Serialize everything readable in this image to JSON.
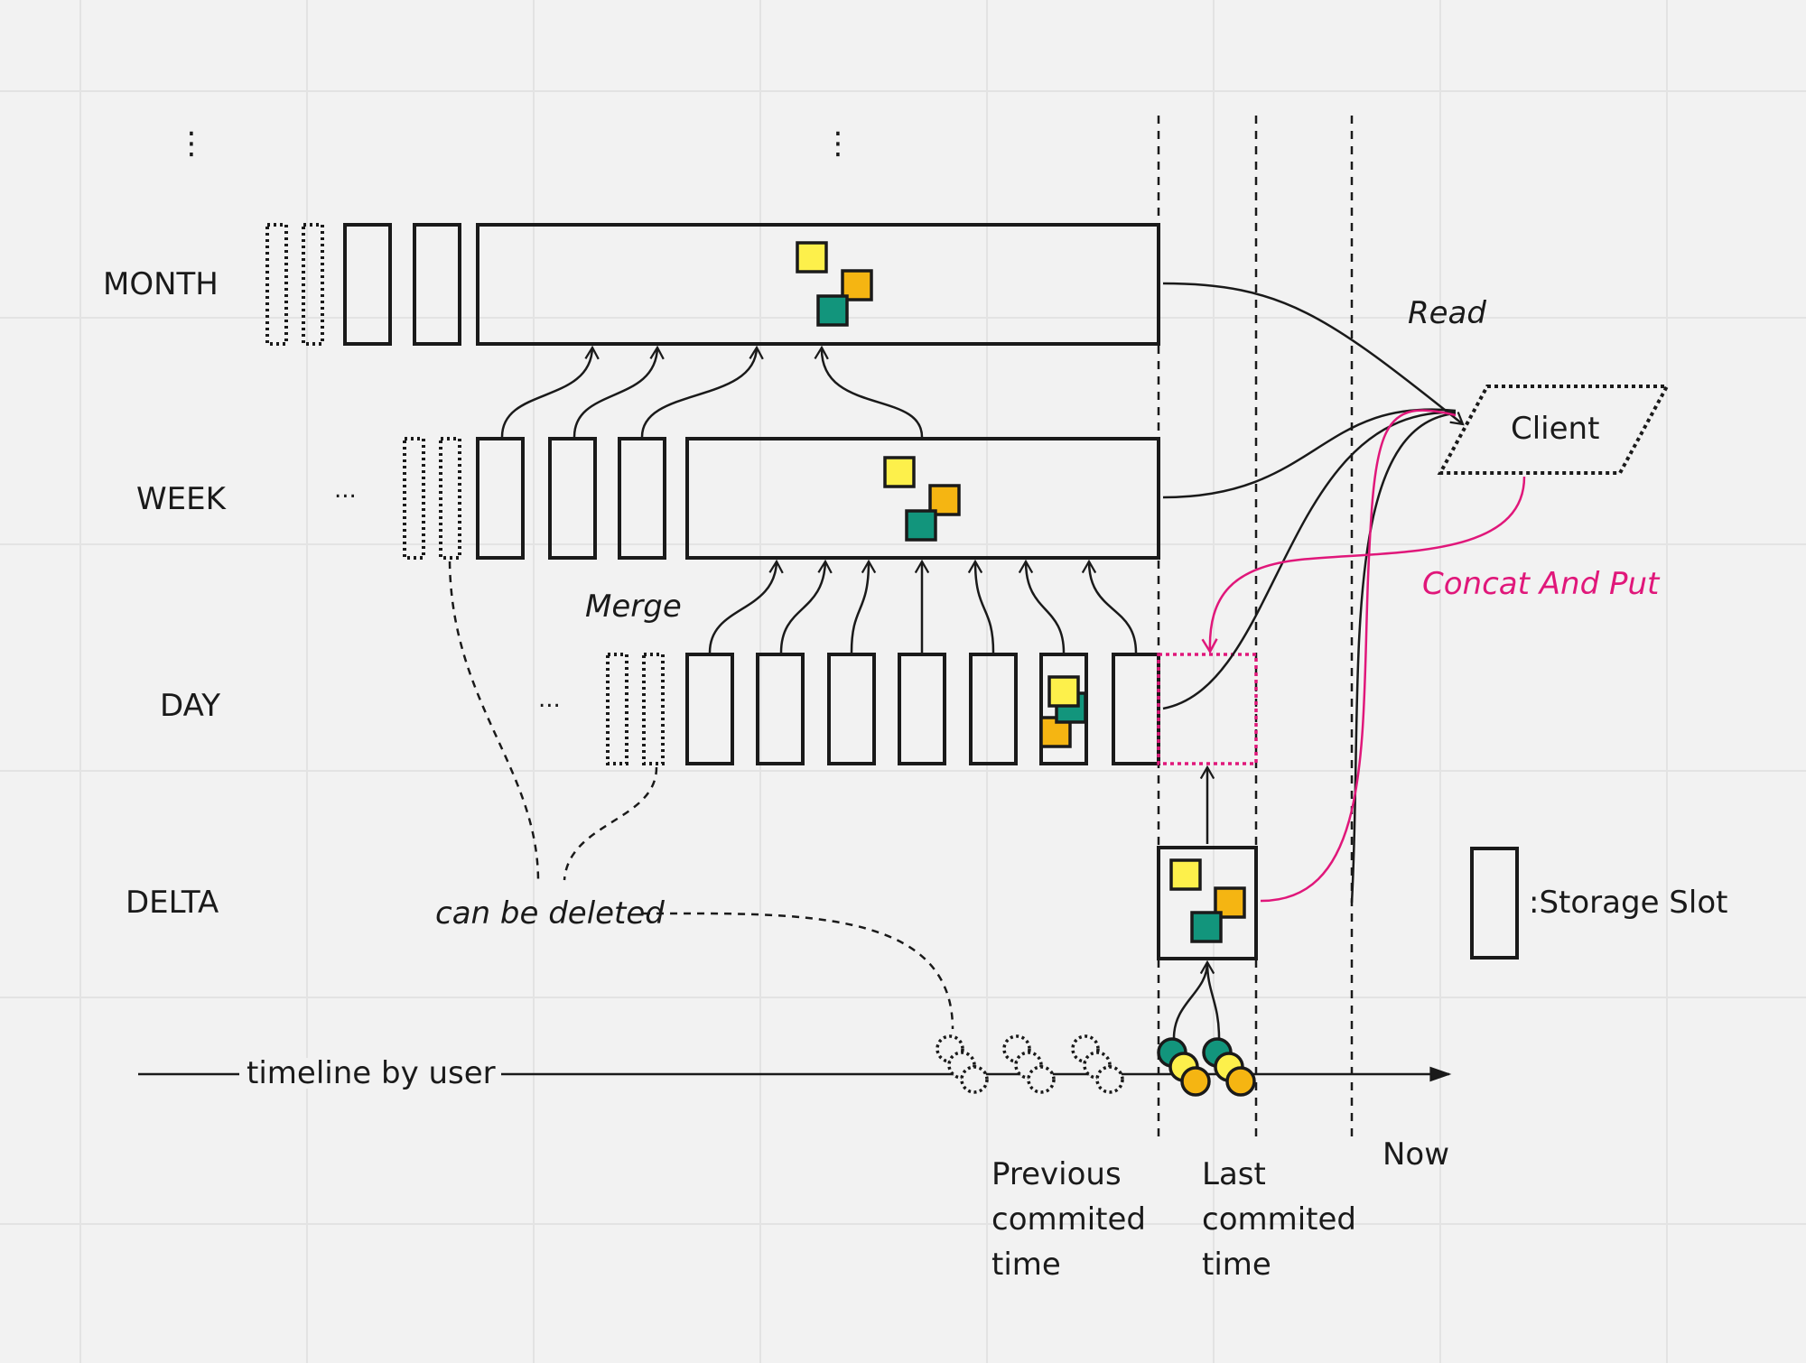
{
  "rows": {
    "month": "MONTH",
    "week": "WEEK",
    "day": "DAY",
    "delta": "DELTA"
  },
  "ellipses": {
    "vertical_left": "⋮",
    "vertical_center": "⋮",
    "week": "...",
    "day": "..."
  },
  "annotations": {
    "read": "Read",
    "merge": "Merge",
    "concat_and_put": "Concat And Put",
    "can_be_deleted": "can be deleted",
    "client": "Client",
    "timeline": "timeline by user",
    "now": "Now",
    "previous_committed": "Previous commited time",
    "last_committed": "Last commited time"
  },
  "legend": {
    "storage_slot": ":Storage Slot"
  },
  "colors": {
    "yellow": "#fdf04b",
    "orange": "#f5b512",
    "teal": "#12957c",
    "pink": "#e0177a",
    "ink": "#1a1a1a"
  }
}
